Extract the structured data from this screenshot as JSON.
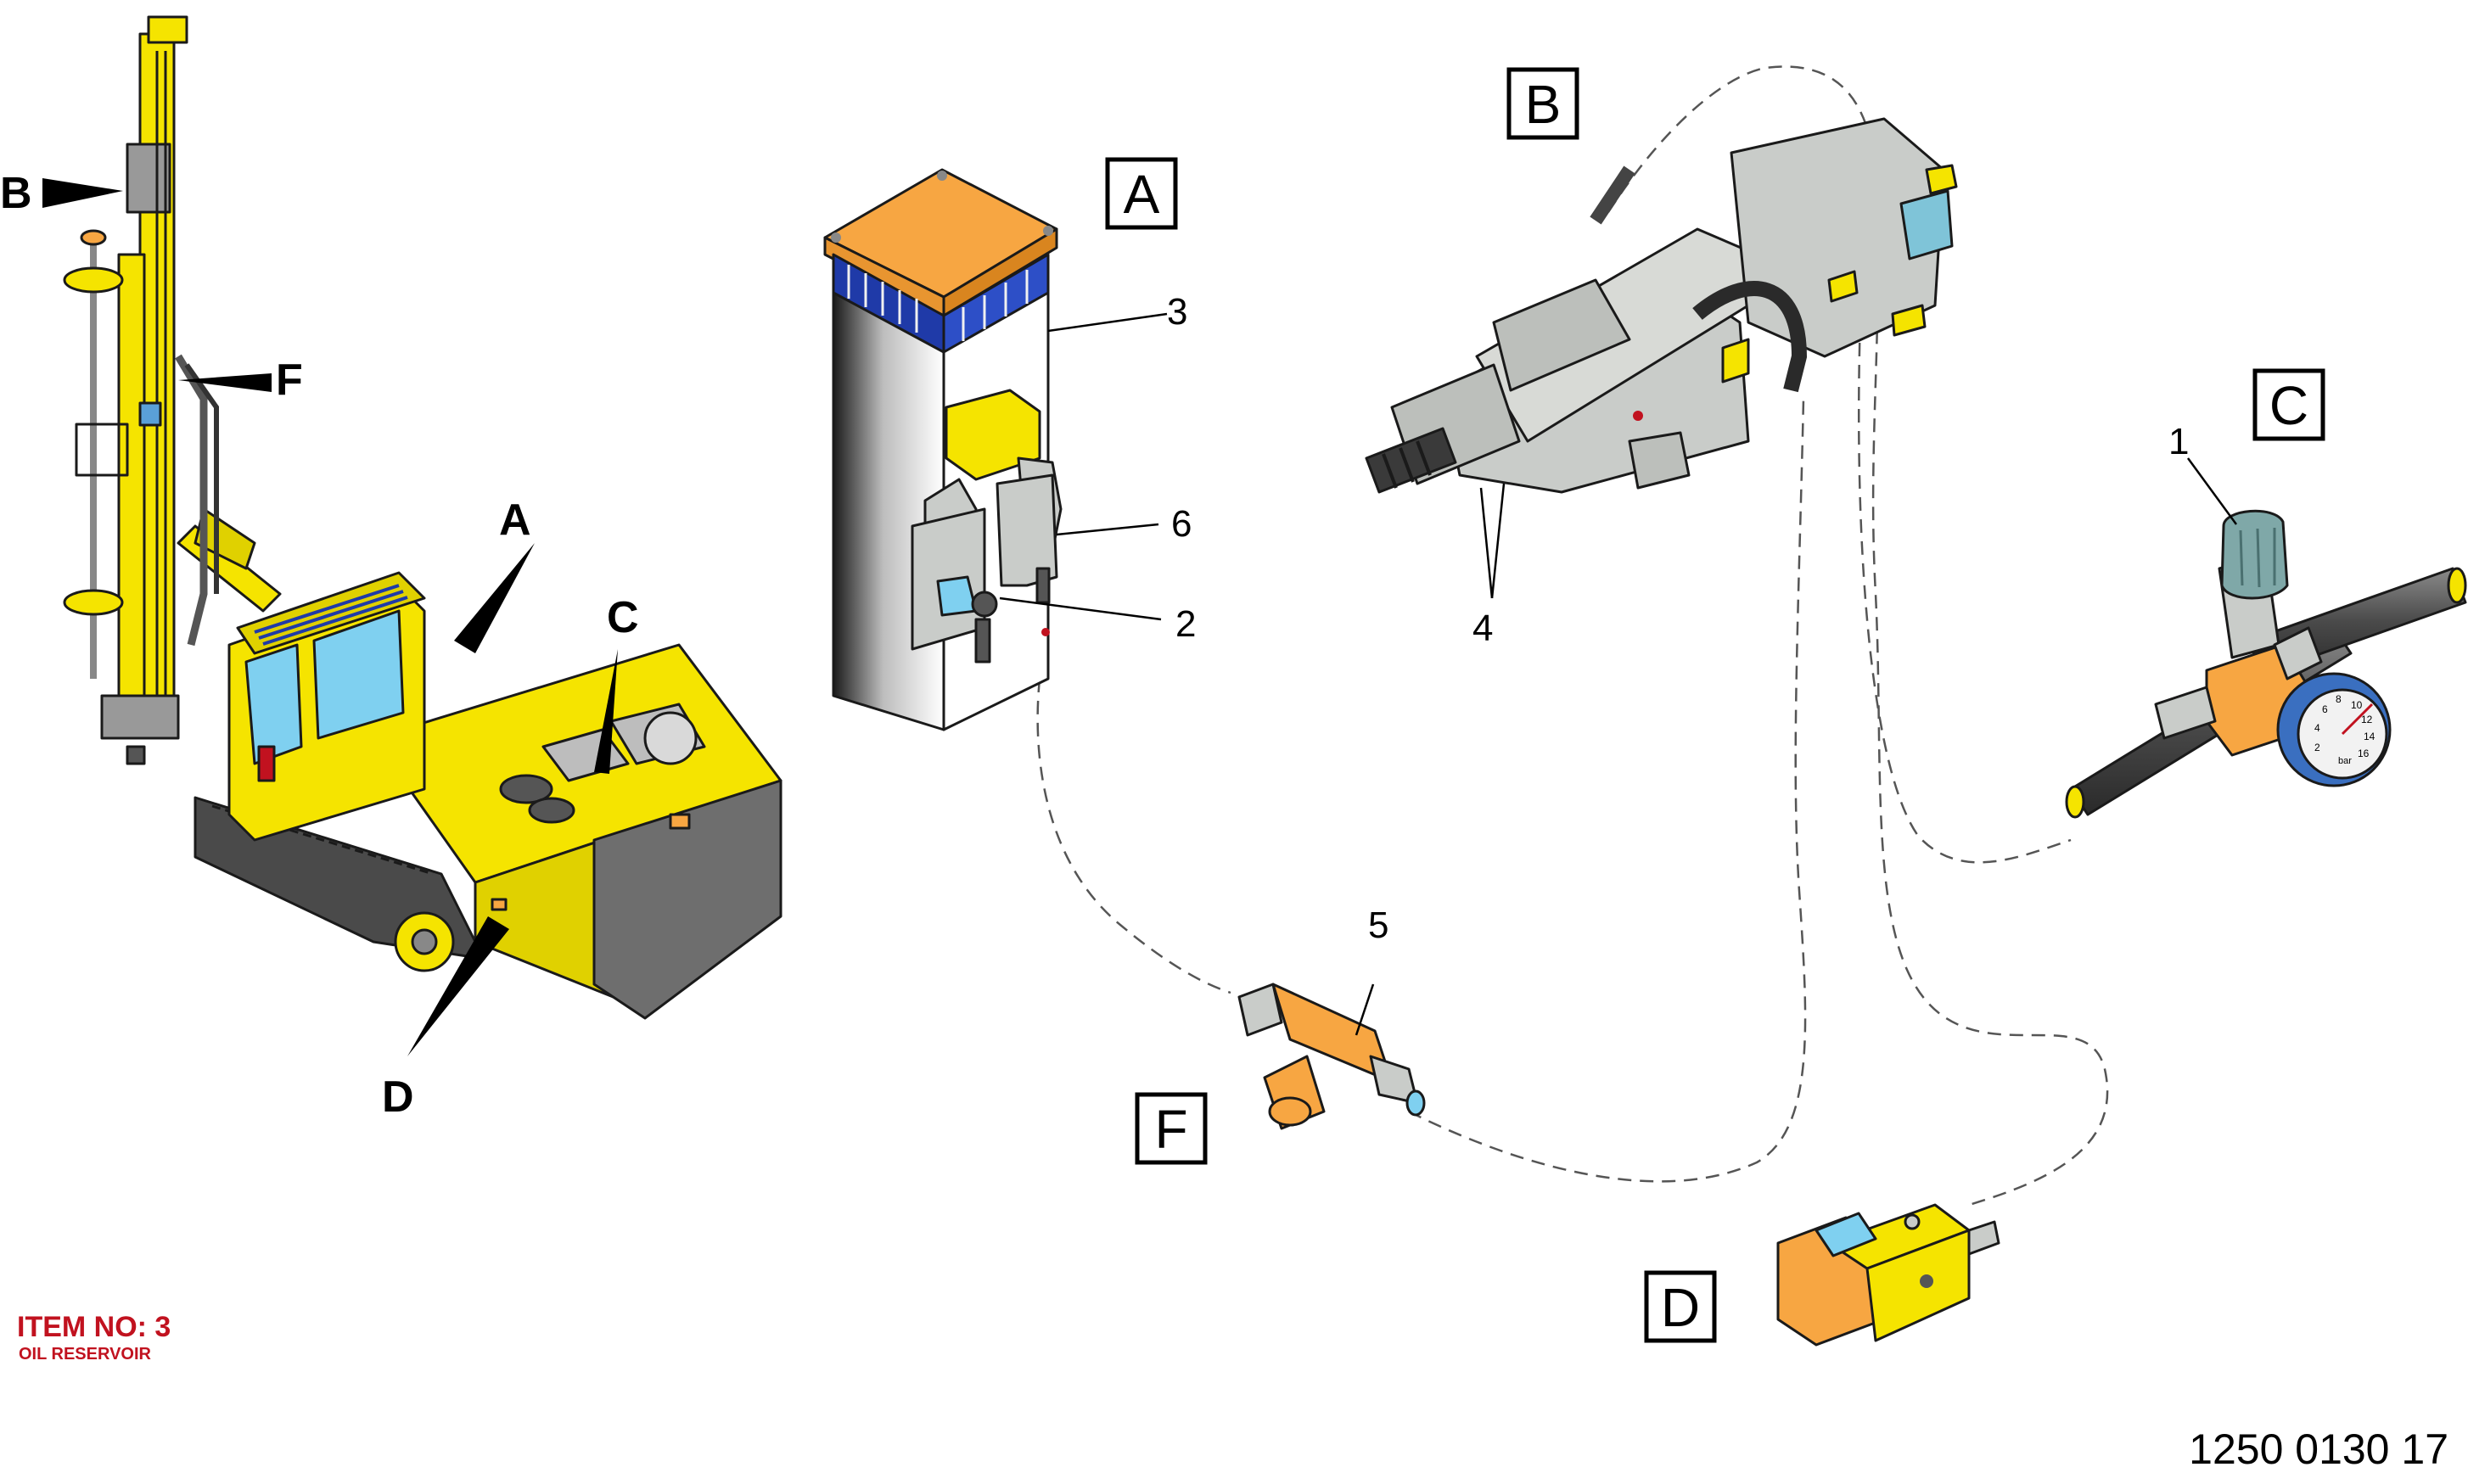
{
  "item": {
    "line1": "ITEM NO: 3",
    "line2": "OIL RESERVOIR"
  },
  "drawing_number": "1250 0130 17",
  "callouts": {
    "a": "A",
    "b": "B",
    "c": "C",
    "d": "D",
    "f": "F"
  },
  "boxes": {
    "a": "A",
    "b": "B",
    "c": "C",
    "d": "D",
    "f": "F"
  },
  "parts": {
    "p1": "1",
    "p2": "2",
    "p3": "3",
    "p4": "4",
    "p5": "5",
    "p6": "6"
  },
  "gauge": {
    "t2": "2",
    "t4": "4",
    "t6": "6",
    "t8": "8",
    "t10": "10",
    "t12": "12",
    "t14": "14",
    "t16": "16",
    "unit": "bar"
  },
  "colors": {
    "yellow": "#f5e400",
    "orange": "#f7a642",
    "grey": "#6e6e6e",
    "steel": "#c9ccc9",
    "blue": "#1f3aa8",
    "red": "#c1121f"
  }
}
